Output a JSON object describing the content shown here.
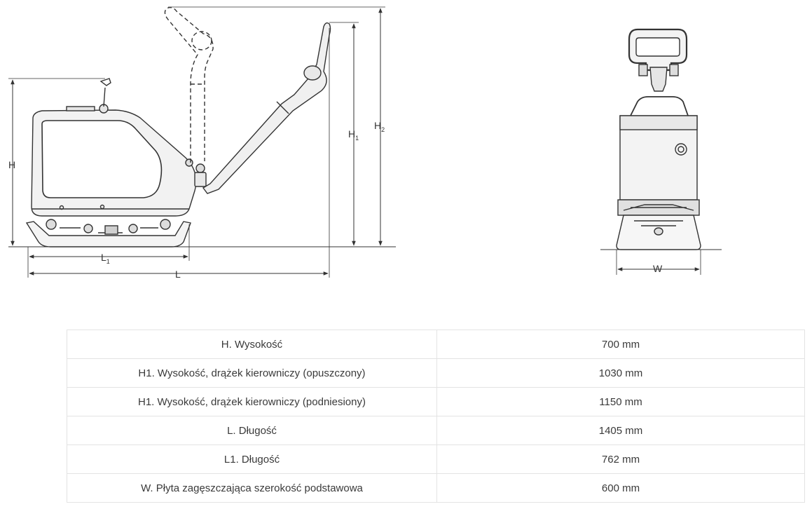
{
  "dimension_labels": {
    "h": "H",
    "h1_main": "H",
    "h1_sub": "1",
    "h2_main": "H",
    "h2_sub": "2",
    "l1_main": "L",
    "l1_sub": "1",
    "l": "L",
    "w": "W"
  },
  "specs": [
    {
      "label": "H. Wysokość",
      "value": "700 mm"
    },
    {
      "label": "H1. Wysokość, drążek kierowniczy (opuszczony)",
      "value": "1030 mm"
    },
    {
      "label": "H1. Wysokość, drążek kierowniczy (podniesiony)",
      "value": "1150 mm"
    },
    {
      "label": "L. Długość",
      "value": "1405 mm"
    },
    {
      "label": "L1. Długość",
      "value": "762 mm"
    },
    {
      "label": "W. Płyta zagęszczająca szerokość podstawowa",
      "value": "600 mm"
    }
  ]
}
